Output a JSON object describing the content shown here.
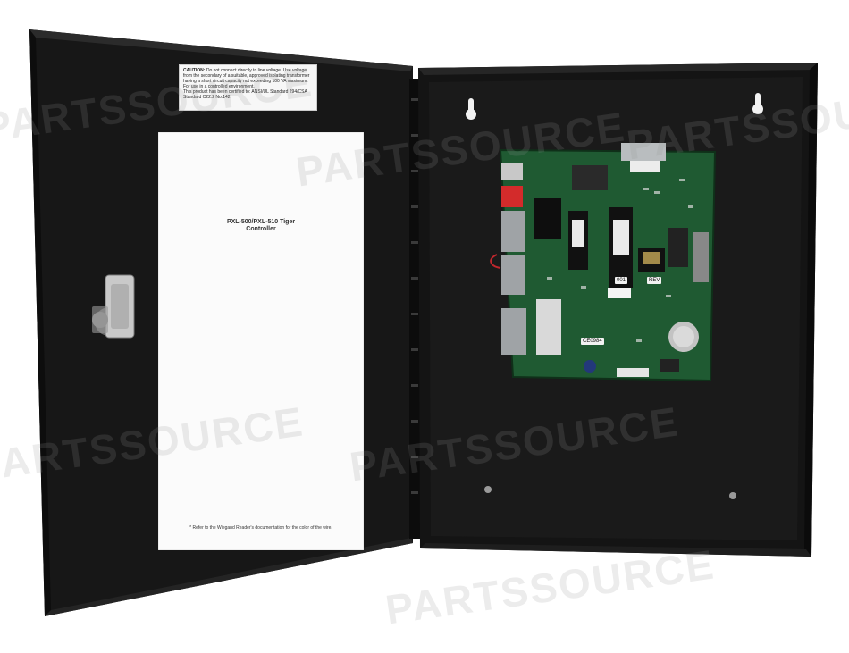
{
  "image": {
    "subject": "open black metal access-control enclosure with wiring diagram and controller board",
    "colors": {
      "enclosure": "#161616",
      "enclosure_edge": "#2a2a2a",
      "pcb": "#1f5a32",
      "sheet": "#fbfbfb",
      "watermark": "#969696"
    }
  },
  "watermarks": [
    "PARTSSOURCE",
    "PARTSSOURCE",
    "PARTSSOURCE",
    "PARTSSOURCE",
    "PARTSSOURCE",
    "PARTSSOURCE"
  ],
  "caution_label": {
    "heading": "CAUTION:",
    "text": "Do not connect directly to line voltage. Use voltage from the secondary of a suitable, approved isolating transformer having a short circuit capacity not exceeding 100 VA maximum. For use in a controlled environment.",
    "standards": "This product has been certified to: ANSI/UL Standard 294/CSA Standard C22.2 No.142"
  },
  "diagram": {
    "title": "PXL-500/PXL-510 Tiger Controller",
    "footnote": "* Refer to the Wiegand Reader's documentation for the color of the wire."
  },
  "board": {
    "chip_label_1": "001",
    "chip_label_2": "REV",
    "sticker": "CE0984"
  }
}
